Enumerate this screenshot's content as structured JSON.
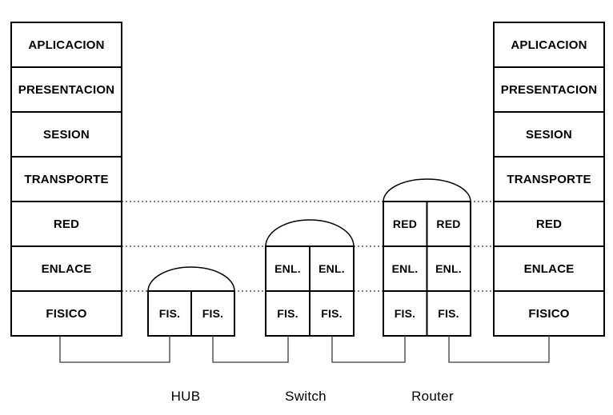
{
  "stacks": {
    "left": {
      "layers": [
        "APLICACION",
        "PRESENTACION",
        "SESION",
        "TRANSPORTE",
        "RED",
        "ENLACE",
        "FISICO"
      ]
    },
    "right": {
      "layers": [
        "APLICACION",
        "PRESENTACION",
        "SESION",
        "TRANSPORTE",
        "RED",
        "ENLACE",
        "FISICO"
      ]
    }
  },
  "devices": [
    {
      "name": "HUB",
      "cells": [
        [
          "FIS.",
          "FIS."
        ]
      ]
    },
    {
      "name": "Switch",
      "cells": [
        [
          "ENL.",
          "ENL."
        ],
        [
          "FIS.",
          "FIS."
        ]
      ]
    },
    {
      "name": "Router",
      "cells": [
        [
          "RED",
          "RED"
        ],
        [
          "ENL.",
          "ENL."
        ],
        [
          "FIS.",
          "FIS."
        ]
      ]
    }
  ],
  "colors": {
    "line": "#000000",
    "connector": "#3a3a3a",
    "background": "#ffffff"
  }
}
